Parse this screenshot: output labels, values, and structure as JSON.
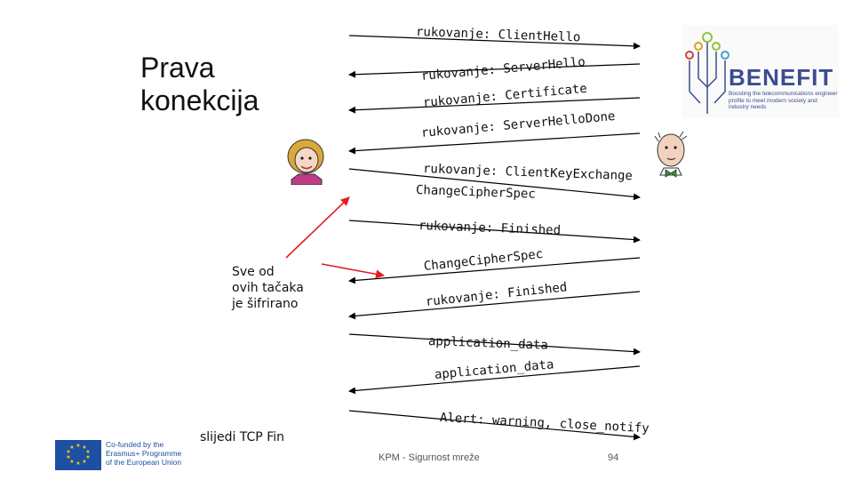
{
  "slide": {
    "title_line1": "Prava",
    "title_line2": "konekcija",
    "note_encrypted": [
      "Sve od",
      "ovih tačaka",
      "je šifrirano"
    ],
    "note_followup": "slijedi TCP Fin"
  },
  "messages": [
    {
      "label": "rukovanje: ClientHello",
      "direction": "to-server"
    },
    {
      "label": "rukovanje: ServerHello",
      "direction": "to-client"
    },
    {
      "label": "rukovanje: Certificate",
      "direction": "to-client"
    },
    {
      "label": "rukovanje: ServerHelloDone",
      "direction": "to-client"
    },
    {
      "label": "rukovanje: ClientKeyExchange",
      "direction": "to-server"
    },
    {
      "label": "ChangeCipherSpec",
      "direction": "to-server"
    },
    {
      "label": "rukovanje: Finished",
      "direction": "to-server"
    },
    {
      "label": "ChangeCipherSpec",
      "direction": "to-client"
    },
    {
      "label": "rukovanje: Finished",
      "direction": "to-client"
    },
    {
      "label": "application_data",
      "direction": "to-server"
    },
    {
      "label": "application_data",
      "direction": "to-client"
    },
    {
      "label": "Alert: warning, close_notify",
      "direction": "to-server"
    }
  ],
  "footer": {
    "course": "KPM - Sigurnost mreže",
    "page_number": "94"
  },
  "logos": {
    "benefit_word": "BENEFIT",
    "benefit_tagline": "Boosting the telecommunications engineer profile to meet modern society and industry needs",
    "eu_text": [
      "Co-funded by the",
      "Erasmus+ Programme",
      "of the European Union"
    ]
  },
  "colors": {
    "arrow": "#000000",
    "pointer_arrow": "#e02020",
    "eu_blue": "#1d4fa3",
    "benefit_blue": "#3b4c8f"
  },
  "icons": [
    "client-person-icon",
    "server-person-icon",
    "eu-flag-icon",
    "benefit-logo-icon"
  ]
}
